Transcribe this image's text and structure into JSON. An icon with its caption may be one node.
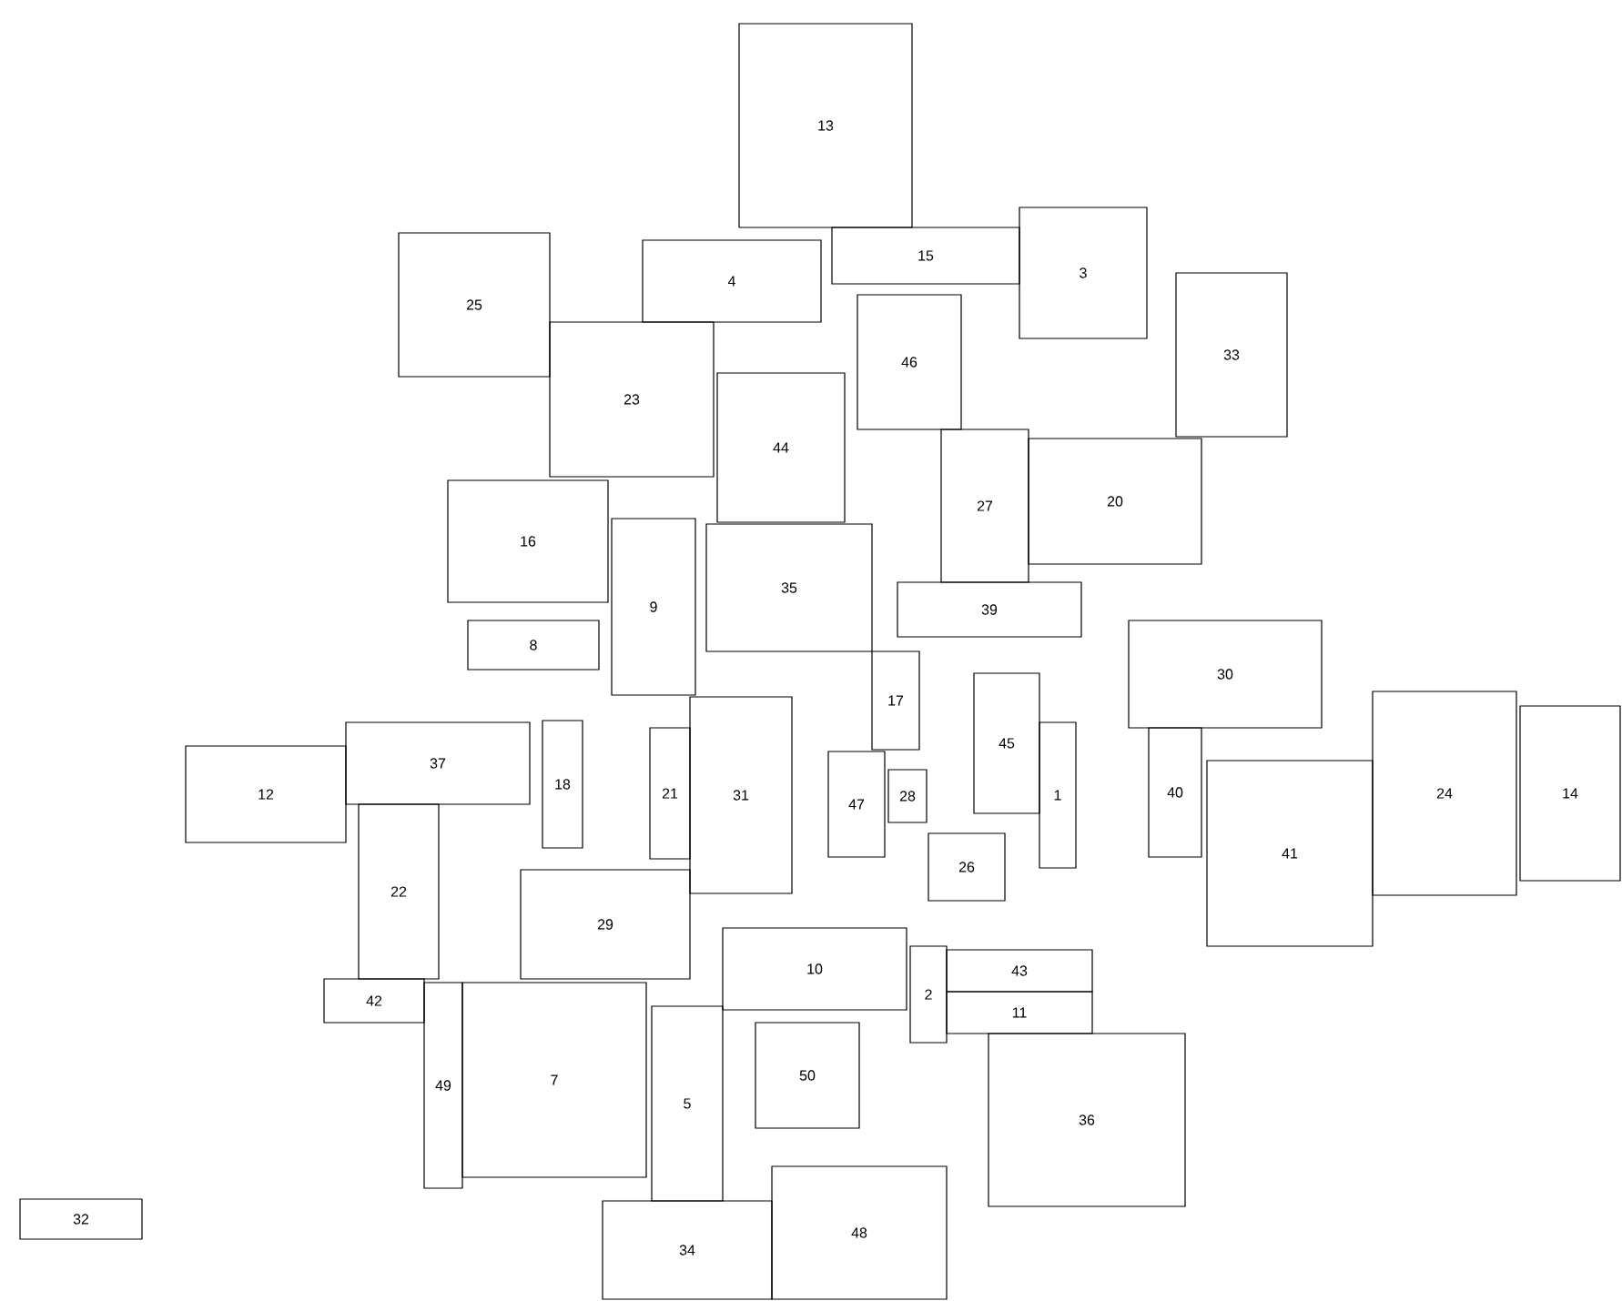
{
  "diagram": {
    "nodes": [
      {
        "text": [
          "13"
        ]
      },
      {
        "text": [
          "15"
        ]
      },
      {
        "text": [
          "3"
        ]
      },
      {
        "text": [
          "4"
        ]
      },
      {
        "text": [
          "25"
        ]
      },
      {
        "text": [
          "23"
        ]
      },
      {
        "text": [
          "46"
        ]
      },
      {
        "text": [
          "33"
        ]
      },
      {
        "text": [
          "44"
        ]
      },
      {
        "text": [
          "27"
        ]
      },
      {
        "text": [
          "20"
        ]
      },
      {
        "text": [
          "16"
        ]
      },
      {
        "text": [
          "9"
        ]
      },
      {
        "text": [
          "35"
        ]
      },
      {
        "text": [
          "39"
        ]
      },
      {
        "text": [
          "8"
        ]
      },
      {
        "text": [
          "30"
        ]
      },
      {
        "text": [
          "17"
        ]
      },
      {
        "text": [
          "45"
        ]
      },
      {
        "text": [
          "1"
        ]
      },
      {
        "text": [
          "12"
        ]
      },
      {
        "text": [
          "37"
        ]
      },
      {
        "text": [
          "18"
        ]
      },
      {
        "text": [
          "21"
        ]
      },
      {
        "text": [
          "31"
        ]
      },
      {
        "text": [
          "47"
        ]
      },
      {
        "text": [
          "28"
        ]
      },
      {
        "text": [
          "26"
        ]
      },
      {
        "text": [
          "40"
        ]
      },
      {
        "text": [
          "41"
        ]
      },
      {
        "text": [
          "24"
        ]
      },
      {
        "text": [
          "14"
        ]
      },
      {
        "text": [
          "22"
        ]
      },
      {
        "text": [
          "29"
        ]
      },
      {
        "text": [
          "10"
        ]
      },
      {
        "text": [
          "43"
        ]
      },
      {
        "text": [
          "2"
        ]
      },
      {
        "text": [
          "11"
        ]
      },
      {
        "text": [
          "42"
        ]
      },
      {
        "text": [
          "49"
        ]
      },
      {
        "text": [
          "7"
        ]
      },
      {
        "text": [
          "5"
        ]
      },
      {
        "text": [
          "50"
        ]
      },
      {
        "text": [
          "36"
        ]
      },
      {
        "text": [
          "32"
        ]
      },
      {
        "text": [
          "34"
        ]
      },
      {
        "text": [
          "48"
        ]
      }
    ]
  }
}
